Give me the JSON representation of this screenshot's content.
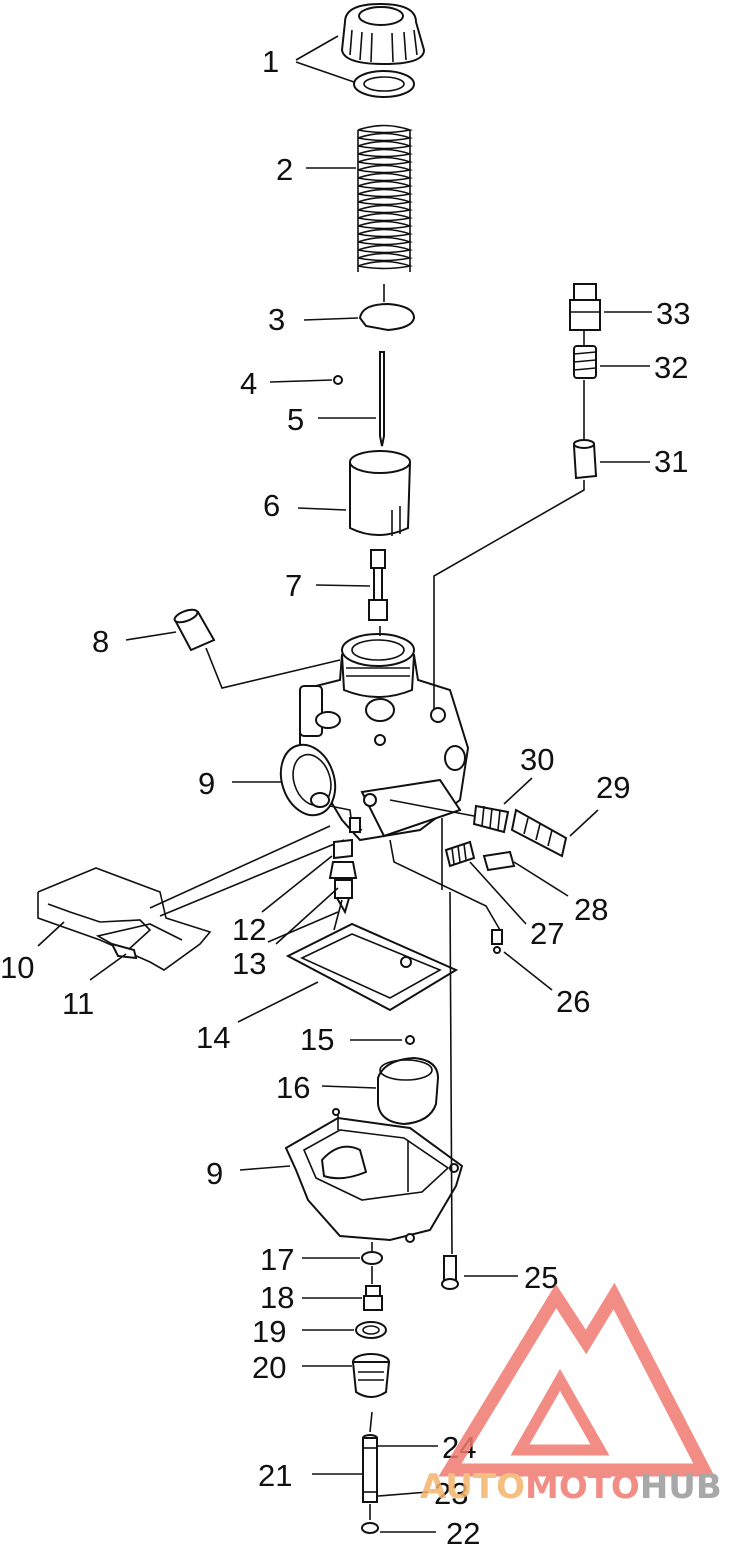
{
  "callouts": {
    "c1": "1",
    "c2": "2",
    "c3": "3",
    "c4": "4",
    "c5": "5",
    "c6": "6",
    "c7": "7",
    "c8": "8",
    "c9a": "9",
    "c9b": "9",
    "c10": "10",
    "c11": "11",
    "c12": "12",
    "c13": "13",
    "c14": "14",
    "c15": "15",
    "c16": "16",
    "c17": "17",
    "c18": "18",
    "c19": "19",
    "c20": "20",
    "c21": "21",
    "c22": "22",
    "c23": "23",
    "c24": "24",
    "c25": "25",
    "c26": "26",
    "c27": "27",
    "c28": "28",
    "c29": "29",
    "c30": "30",
    "c31": "31",
    "c32": "32",
    "c33": "33"
  },
  "watermark": {
    "part1": "AUTO",
    "part2": "MOTO",
    "part3": "HUB",
    "color_red": "#f07a70",
    "color_orange": "#f3b46a",
    "color_gray": "#9a9a9a"
  },
  "icons": {
    "watermark_logo": "automotohub-triangle-logo"
  }
}
